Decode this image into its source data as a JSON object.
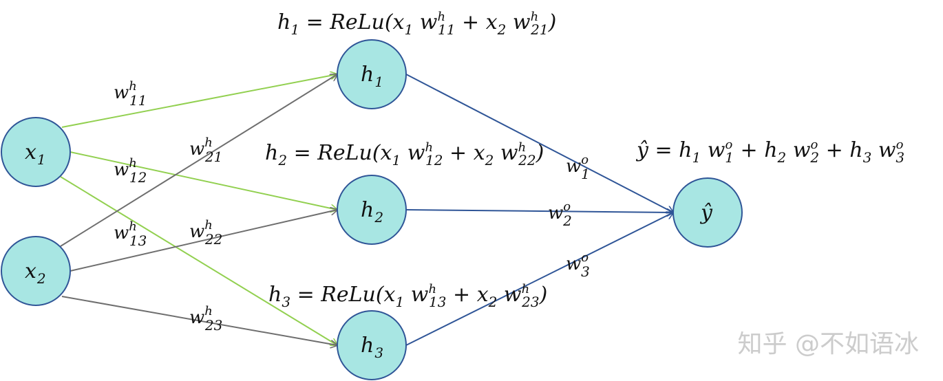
{
  "colors": {
    "node_fill": "#a8e6e3",
    "node_stroke": "#2f5597",
    "edge_x1": "#92d050",
    "edge_x2": "#6e6e6e",
    "edge_out": "#2f5597"
  },
  "nodes": [
    {
      "id": "x1",
      "base": "x",
      "sub": "1"
    },
    {
      "id": "x2",
      "base": "x",
      "sub": "2"
    },
    {
      "id": "h1",
      "base": "h",
      "sub": "1"
    },
    {
      "id": "h2",
      "base": "h",
      "sub": "2"
    },
    {
      "id": "h3",
      "base": "h",
      "sub": "3"
    },
    {
      "id": "yhat",
      "base": "ŷ",
      "sub": ""
    }
  ],
  "edges": [
    {
      "from": "x1",
      "to": "h1",
      "color": "edge_x1",
      "label": {
        "sup": "h",
        "sub": "11"
      }
    },
    {
      "from": "x1",
      "to": "h2",
      "color": "edge_x1",
      "label": {
        "sup": "h",
        "sub": "12"
      }
    },
    {
      "from": "x1",
      "to": "h3",
      "color": "edge_x1",
      "label": {
        "sup": "h",
        "sub": "13"
      }
    },
    {
      "from": "x2",
      "to": "h1",
      "color": "edge_x2",
      "label": {
        "sup": "h",
        "sub": "21"
      }
    },
    {
      "from": "x2",
      "to": "h2",
      "color": "edge_x2",
      "label": {
        "sup": "h",
        "sub": "22"
      }
    },
    {
      "from": "x2",
      "to": "h3",
      "color": "edge_x2",
      "label": {
        "sup": "h",
        "sub": "23"
      }
    },
    {
      "from": "h1",
      "to": "yhat",
      "color": "edge_out",
      "label": {
        "sup": "o",
        "sub": "1"
      }
    },
    {
      "from": "h2",
      "to": "yhat",
      "color": "edge_out",
      "label": {
        "sup": "o",
        "sub": "2"
      }
    },
    {
      "from": "h3",
      "to": "yhat",
      "color": "edge_out",
      "label": {
        "sup": "o",
        "sub": "3"
      }
    }
  ],
  "equations": {
    "h1": [
      {
        "t": "h"
      },
      {
        "t": "1",
        "s": "sub"
      },
      {
        "t": " = ReLu(x"
      },
      {
        "t": "1",
        "s": "sub"
      },
      {
        "t": " w"
      },
      {
        "t": "h",
        "s": "sup"
      },
      {
        "t": "11",
        "s": "sub"
      },
      {
        "t": " + x"
      },
      {
        "t": "2",
        "s": "sub"
      },
      {
        "t": " w"
      },
      {
        "t": "h",
        "s": "sup"
      },
      {
        "t": "21",
        "s": "sub"
      },
      {
        "t": ")"
      }
    ],
    "h2": [
      {
        "t": "h"
      },
      {
        "t": "2",
        "s": "sub"
      },
      {
        "t": " = ReLu(x"
      },
      {
        "t": "1",
        "s": "sub"
      },
      {
        "t": " w"
      },
      {
        "t": "h",
        "s": "sup"
      },
      {
        "t": "12",
        "s": "sub"
      },
      {
        "t": " + x"
      },
      {
        "t": "2",
        "s": "sub"
      },
      {
        "t": " w"
      },
      {
        "t": "h",
        "s": "sup"
      },
      {
        "t": "22",
        "s": "sub"
      },
      {
        "t": ")"
      }
    ],
    "h3": [
      {
        "t": "h"
      },
      {
        "t": "3",
        "s": "sub"
      },
      {
        "t": " = ReLu(x"
      },
      {
        "t": "1",
        "s": "sub"
      },
      {
        "t": " w"
      },
      {
        "t": "h",
        "s": "sup"
      },
      {
        "t": "13",
        "s": "sub"
      },
      {
        "t": " + x"
      },
      {
        "t": "2",
        "s": "sub"
      },
      {
        "t": " w"
      },
      {
        "t": "h",
        "s": "sup"
      },
      {
        "t": "23",
        "s": "sub"
      },
      {
        "t": ")"
      }
    ],
    "y": [
      {
        "t": "ŷ = h"
      },
      {
        "t": "1",
        "s": "sub"
      },
      {
        "t": " w"
      },
      {
        "t": "o",
        "s": "sup"
      },
      {
        "t": "1",
        "s": "sub"
      },
      {
        "t": " + h"
      },
      {
        "t": "2",
        "s": "sub"
      },
      {
        "t": " w"
      },
      {
        "t": "o",
        "s": "sup"
      },
      {
        "t": "2",
        "s": "sub"
      },
      {
        "t": " + h"
      },
      {
        "t": "3",
        "s": "sub"
      },
      {
        "t": " w"
      },
      {
        "t": "o",
        "s": "sup"
      },
      {
        "t": "3",
        "s": "sub"
      }
    ]
  },
  "watermark": "知乎 @不如语冰"
}
